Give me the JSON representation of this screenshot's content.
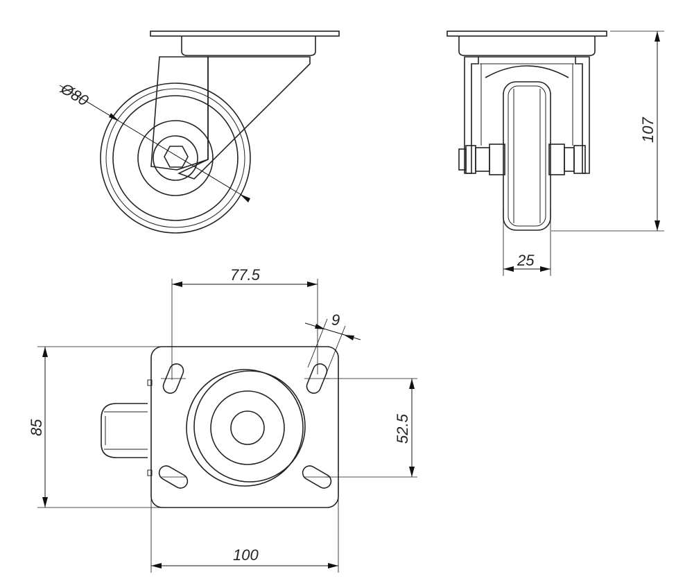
{
  "dimensions": {
    "wheel_diameter": "Ø80",
    "overall_height": "107",
    "wheel_width": "25",
    "hole_spacing_x": "77.5",
    "slot_width": "9",
    "hole_spacing_y": "52.5",
    "plate_depth": "85",
    "plate_width": "100"
  }
}
